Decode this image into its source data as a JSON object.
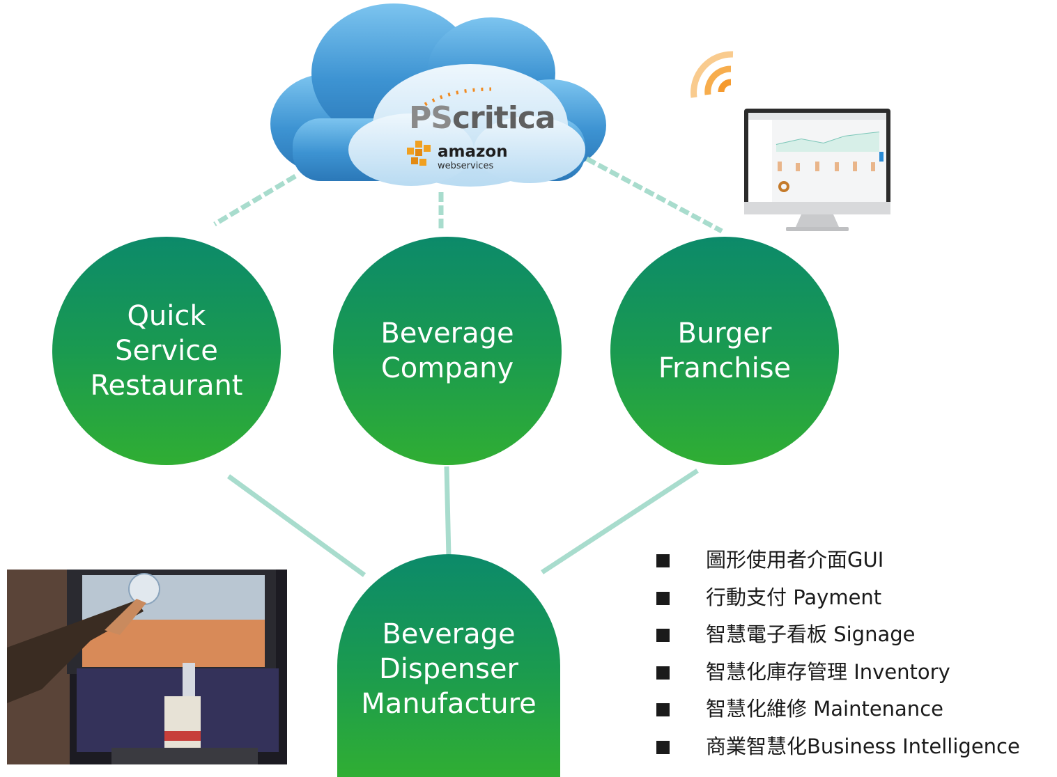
{
  "cloud": {
    "brand": "PScritica",
    "brand_prefix": "PS",
    "brand_suffix": "critica",
    "aws_line1": "amazon",
    "aws_line2": "webservices",
    "icon": "cloud-icon"
  },
  "monitor": {
    "icon": "monitor-dashboard-icon",
    "signal_icon": "wifi-signal-icon"
  },
  "nodes": {
    "quick_service": "Quick\nService\nRestaurant",
    "beverage_company": "Beverage\nCompany",
    "burger_franchise": "Burger\nFranchise",
    "dispenser": "Beverage\nDispenser\nManufacture"
  },
  "photo": {
    "icon": "beverage-dispenser-photo"
  },
  "features": [
    "圖形使用者介面GUI",
    "行動支付 Payment",
    "智慧電子看板  Signage",
    "智慧化庫存管理 Inventory",
    "智慧化維修 Maintenance",
    "商業智慧化Business Intelligence"
  ],
  "colors": {
    "node_green": "#1e9a4e",
    "connector": "#a8dccd",
    "cloud_blue": "#4a9fd8",
    "brand_orange": "#f0a020"
  }
}
